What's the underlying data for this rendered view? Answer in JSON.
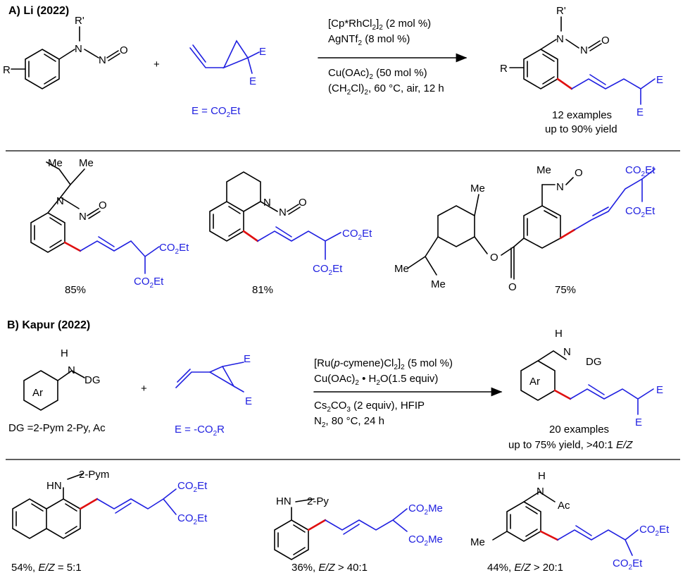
{
  "colors": {
    "black": "#000000",
    "blue": "#2020e0",
    "red": "#e01010"
  },
  "sectionA": {
    "header": "A) Li (2022)",
    "reactant_R": "R",
    "reactant_Rprime": "R'",
    "reactant_N": "N",
    "reactant_NO": "N=O",
    "plus": "+",
    "cyclopropane_E": "E",
    "e_def_prefix": "E = CO",
    "e_def_sub": "2",
    "e_def_suffix": "Et",
    "conditions": [
      {
        "main": "[Cp*RhCl",
        "sub": "2",
        "main2": "]",
        "sub2": "2",
        "tail": " (2 mol %)"
      },
      {
        "main": "AgNTf",
        "sub": "2",
        "main2": "",
        "sub2": "",
        "tail": " (8 mol %)"
      },
      {
        "main": "Cu(OAc)",
        "sub": "2",
        "main2": "",
        "sub2": "",
        "tail": " (50 mol %)"
      },
      {
        "main": "(CH",
        "sub": "2",
        "main2": "Cl)",
        "sub2": "2",
        "tail": ", 60 °C, air, 12 h"
      }
    ],
    "summary_line1": "12 examples",
    "summary_line2": "up to 90% yield",
    "examples": [
      {
        "yield": "85%"
      },
      {
        "yield": "81%"
      },
      {
        "yield": "75%"
      }
    ],
    "me_label": "Me",
    "co2et_label": "CO",
    "co2et_sub": "2",
    "co2et_tail": "Et"
  },
  "sectionB": {
    "header": "B) Kapur (2022)",
    "reactant_H": "H",
    "reactant_N": "N",
    "reactant_DG": "DG",
    "ar_label": "Ar",
    "dg_def": "DG =2-Pym 2-Py, Ac",
    "plus": "+",
    "cyclopropane_E": "E",
    "e_def": "E = -CO",
    "e_def_sub": "2",
    "e_def_suffix": "R",
    "conditions": [
      {
        "main": "[Ru(",
        "ital": "p",
        "rest": "-cymene)Cl",
        "sub": "2",
        "rest2": "]",
        "sub2": "2",
        "tail": " (5 mol %)"
      },
      {
        "main": "Cu(OAc)",
        "ital": "",
        "rest": "",
        "sub": "2",
        "rest2": " • H",
        "sub2": "2",
        "tail": "O(1.5 equiv)"
      },
      {
        "main": "Cs",
        "ital": "",
        "rest": "",
        "sub": "2",
        "rest2": "CO",
        "sub2": "3",
        "tail": " (2 equiv), HFIP"
      },
      {
        "main": "N",
        "ital": "",
        "rest": "",
        "sub": "2",
        "rest2": ", 80 °C, 24 h",
        "sub2": "",
        "tail": ""
      }
    ],
    "summary_line1": "20 examples",
    "summary_line2_prefix": "up to 75% yield, >40:1 ",
    "summary_line2_ital": "E/Z",
    "examples": [
      {
        "dg": "2-Pym",
        "yield_prefix": "54%, ",
        "ez": "E/Z",
        "yield_suffix": " = 5:1"
      },
      {
        "dg": "2-Py",
        "yield_prefix": "36%, ",
        "ez": "E/Z",
        "yield_suffix": " > 40:1"
      },
      {
        "dg": "Ac",
        "yield_prefix": "44%, ",
        "ez": "E/Z",
        "yield_suffix": " > 20:1"
      }
    ],
    "hn_label": "HN",
    "me_label": "Me",
    "co2me_label": "CO",
    "co2me_sub": "2",
    "co2me_tail": "Me"
  }
}
